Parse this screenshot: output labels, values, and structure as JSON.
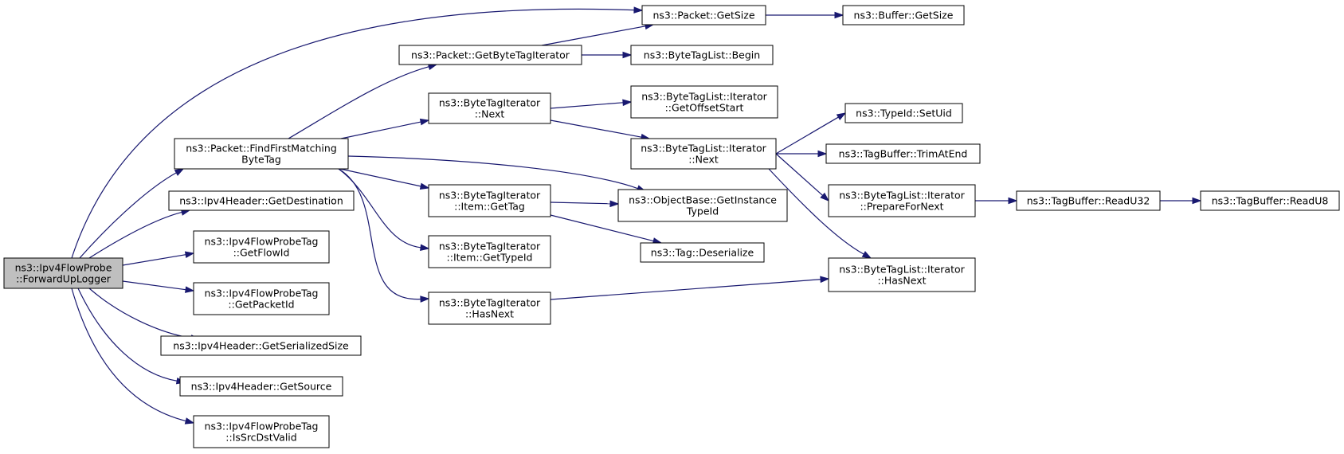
{
  "graph": {
    "nodes": [
      {
        "id": "root",
        "lines": [
          "ns3::Ipv4FlowProbe",
          "::ForwardUpLogger"
        ],
        "root": true
      },
      {
        "id": "pkt_getsize",
        "lines": [
          "ns3::Packet::GetSize"
        ]
      },
      {
        "id": "buf_getsize",
        "lines": [
          "ns3::Buffer::GetSize"
        ]
      },
      {
        "id": "pkt_getbtiter",
        "lines": [
          "ns3::Packet::GetByteTagIterator"
        ]
      },
      {
        "id": "btl_begin",
        "lines": [
          "ns3::ByteTagList::Begin"
        ]
      },
      {
        "id": "pkt_findfirst",
        "lines": [
          "ns3::Packet::FindFirstMatching",
          "ByteTag"
        ]
      },
      {
        "id": "bti_next",
        "lines": [
          "ns3::ByteTagIterator",
          "::Next"
        ]
      },
      {
        "id": "btli_getoffsetstart",
        "lines": [
          "ns3::ByteTagList::Iterator",
          "::GetOffsetStart"
        ]
      },
      {
        "id": "btli_next",
        "lines": [
          "ns3::ByteTagList::Iterator",
          "::Next"
        ]
      },
      {
        "id": "typeid_setuid",
        "lines": [
          "ns3::TypeId::SetUid"
        ]
      },
      {
        "id": "tagbuf_trim",
        "lines": [
          "ns3::TagBuffer::TrimAtEnd"
        ]
      },
      {
        "id": "btli_prepare",
        "lines": [
          "ns3::ByteTagList::Iterator",
          "::PrepareForNext"
        ]
      },
      {
        "id": "tagbuf_readu32",
        "lines": [
          "ns3::TagBuffer::ReadU32"
        ]
      },
      {
        "id": "tagbuf_readu8",
        "lines": [
          "ns3::TagBuffer::ReadU8"
        ]
      },
      {
        "id": "ipv4h_getdest",
        "lines": [
          "ns3::Ipv4Header::GetDestination"
        ]
      },
      {
        "id": "bti_item_gettag",
        "lines": [
          "ns3::ByteTagIterator",
          "::Item::GetTag"
        ]
      },
      {
        "id": "objbase_getinst",
        "lines": [
          "ns3::ObjectBase::GetInstance",
          "TypeId"
        ]
      },
      {
        "id": "fpt_getflowid",
        "lines": [
          "ns3::Ipv4FlowProbeTag",
          "::GetFlowId"
        ]
      },
      {
        "id": "bti_item_gettypeid",
        "lines": [
          "ns3::ByteTagIterator",
          "::Item::GetTypeId"
        ]
      },
      {
        "id": "tag_deser",
        "lines": [
          "ns3::Tag::Deserialize"
        ]
      },
      {
        "id": "btli_hasnext",
        "lines": [
          "ns3::ByteTagList::Iterator",
          "::HasNext"
        ]
      },
      {
        "id": "fpt_getpacketid",
        "lines": [
          "ns3::Ipv4FlowProbeTag",
          "::GetPacketId"
        ]
      },
      {
        "id": "bti_hasnext",
        "lines": [
          "ns3::ByteTagIterator",
          "::HasNext"
        ]
      },
      {
        "id": "ipv4h_getsersize",
        "lines": [
          "ns3::Ipv4Header::GetSerializedSize"
        ]
      },
      {
        "id": "ipv4h_getsource",
        "lines": [
          "ns3::Ipv4Header::GetSource"
        ]
      },
      {
        "id": "fpt_issrcdst",
        "lines": [
          "ns3::Ipv4FlowProbeTag",
          "::IsSrcDstValid"
        ]
      }
    ],
    "edges": [
      [
        "root",
        "pkt_getsize"
      ],
      [
        "root",
        "pkt_findfirst"
      ],
      [
        "root",
        "ipv4h_getdest"
      ],
      [
        "root",
        "fpt_getflowid"
      ],
      [
        "root",
        "fpt_getpacketid"
      ],
      [
        "root",
        "ipv4h_getsersize"
      ],
      [
        "root",
        "ipv4h_getsource"
      ],
      [
        "root",
        "fpt_issrcdst"
      ],
      [
        "pkt_getsize",
        "buf_getsize"
      ],
      [
        "pkt_getbtiter",
        "pkt_getsize"
      ],
      [
        "pkt_getbtiter",
        "btl_begin"
      ],
      [
        "pkt_findfirst",
        "pkt_getbtiter"
      ],
      [
        "pkt_findfirst",
        "bti_next"
      ],
      [
        "pkt_findfirst",
        "objbase_getinst"
      ],
      [
        "pkt_findfirst",
        "bti_item_gettag"
      ],
      [
        "pkt_findfirst",
        "bti_item_gettypeid"
      ],
      [
        "pkt_findfirst",
        "bti_hasnext"
      ],
      [
        "bti_next",
        "btli_getoffsetstart"
      ],
      [
        "bti_next",
        "btli_next"
      ],
      [
        "btli_next",
        "typeid_setuid"
      ],
      [
        "btli_next",
        "tagbuf_trim"
      ],
      [
        "btli_next",
        "btli_prepare"
      ],
      [
        "btli_next",
        "btli_hasnext"
      ],
      [
        "btli_prepare",
        "tagbuf_readu32"
      ],
      [
        "tagbuf_readu32",
        "tagbuf_readu8"
      ],
      [
        "bti_item_gettag",
        "objbase_getinst"
      ],
      [
        "bti_item_gettag",
        "tag_deser"
      ],
      [
        "bti_hasnext",
        "btli_hasnext"
      ]
    ]
  }
}
